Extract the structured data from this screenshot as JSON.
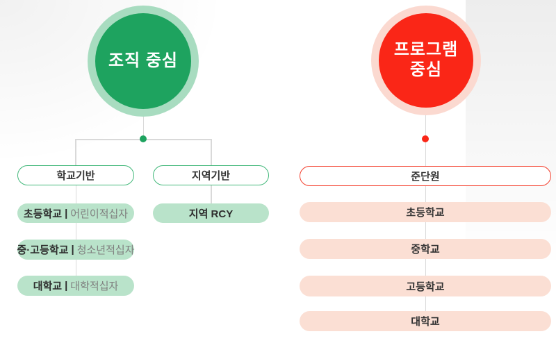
{
  "ui": {
    "divider": "|"
  },
  "colors": {
    "green": "#1ea35f",
    "green_ring": "#a8dcc0",
    "green_light": "#b9e3ca",
    "green_border": "#42b87a",
    "red": "#fa2617",
    "red_ring": "#fbd9d0",
    "red_light": "#fbdfd4",
    "red_border": "#f4402e",
    "connector_line": "#d9d9d9",
    "text_dark": "#333333",
    "text_gray": "#7f7f7f"
  },
  "org_centered": {
    "circle_label": "조직 중심",
    "branches": [
      {
        "header": "학교기반",
        "items": [
          {
            "primary": "초등학교",
            "secondary": "어린이적십자"
          },
          {
            "primary": "중·고등학교",
            "secondary": "청소년적십자"
          },
          {
            "primary": "대학교",
            "secondary": "대학적십자"
          }
        ]
      },
      {
        "header": "지역기반",
        "items": [
          {
            "primary": "지역 RCY"
          }
        ]
      }
    ]
  },
  "program_centered": {
    "circle_label_line1": "프로그램",
    "circle_label_line2": "중심",
    "header": "준단원",
    "items": [
      {
        "label": "초등학교"
      },
      {
        "label": "중학교"
      },
      {
        "label": "고등학교"
      },
      {
        "label": "대학교"
      }
    ]
  }
}
